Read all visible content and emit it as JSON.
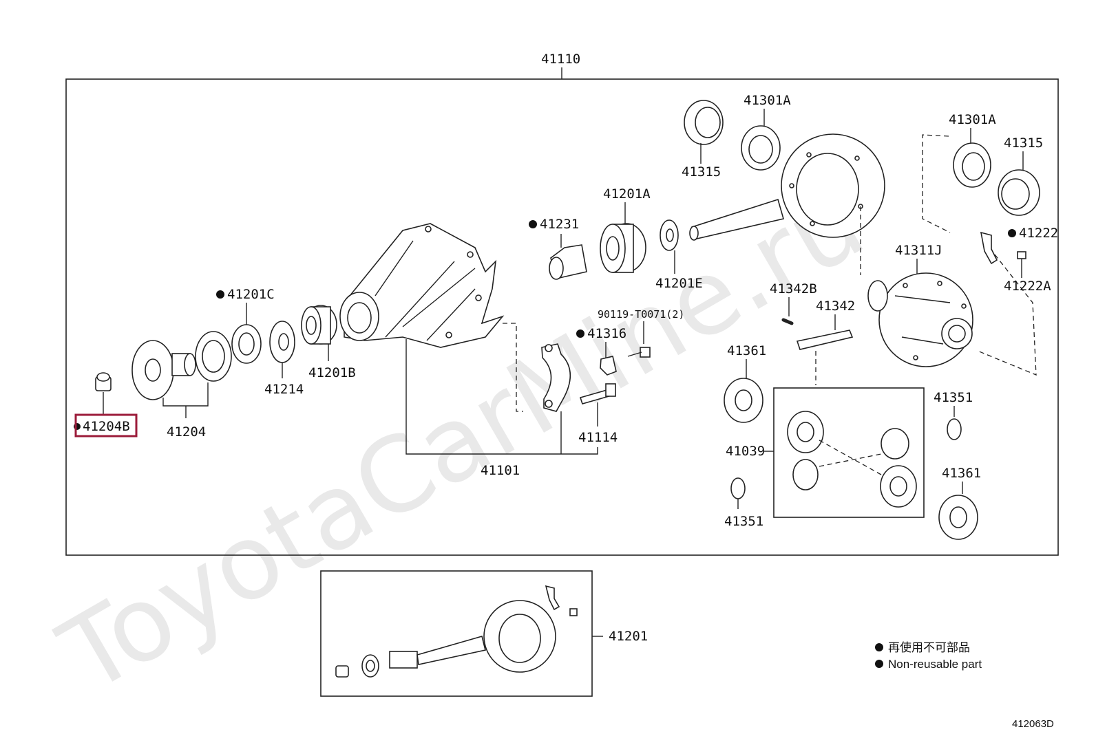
{
  "watermark": "ToyotaCarMine.ru",
  "assembly_label": "41110",
  "labels": {
    "p41204B": "41204B",
    "p41204": "41204",
    "p41201C": "41201C",
    "p41214": "41214",
    "p41201B": "41201B",
    "p41231": "41231",
    "p41201A": "41201A",
    "p41201E": "41201E",
    "p41315a": "41315",
    "p41301Aa": "41301A",
    "p41301Ab": "41301A",
    "p41315b": "41315",
    "p41222": "41222",
    "p41222A": "41222A",
    "p41311J": "41311J",
    "p41342B": "41342B",
    "p41342": "41342",
    "p90119": "90119-T0071(2)",
    "p41316": "41316",
    "p41114": "41114",
    "p41101": "41101",
    "p41361a": "41361",
    "p41039": "41039",
    "p41351a": "41351",
    "p41351b": "41351",
    "p41361b": "41361",
    "p41201": "41201"
  },
  "highlighted_part": "41204B",
  "highlight_color": "#9b1b3a",
  "legend": {
    "line1": "再使用不可部品",
    "line2": "Non-reusable part"
  },
  "diagram_code": "412063D"
}
